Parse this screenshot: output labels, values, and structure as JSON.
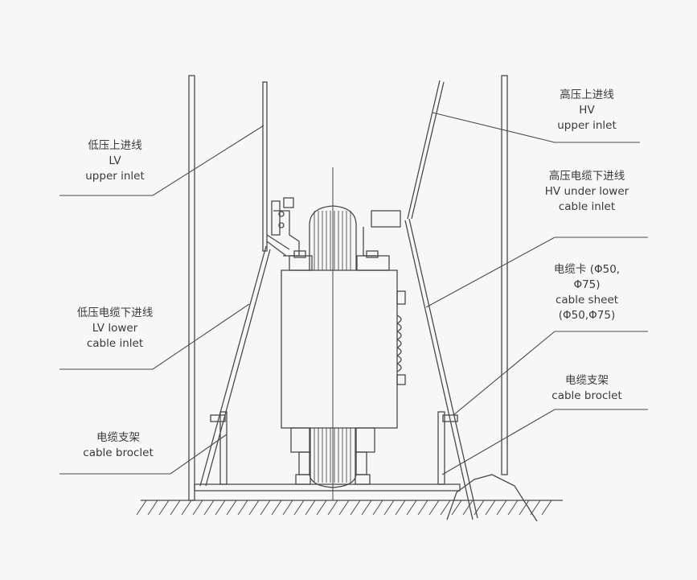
{
  "labels": {
    "lv_upper": {
      "cn": "低压上进线",
      "en1": "LV",
      "en2": "upper inlet"
    },
    "lv_lower": {
      "cn": "低压电缆下进线",
      "en1": "LV lower",
      "en2": "cable inlet"
    },
    "broclet_left": {
      "cn": "电缆支架",
      "en1": "cable broclet"
    },
    "hv_upper": {
      "cn": "高压上进线",
      "en1": "HV",
      "en2": "upper inlet"
    },
    "hv_lower": {
      "cn": "高压电缆下进线",
      "en1": "HV under lower",
      "en2": "cable inlet"
    },
    "cable_sheet": {
      "cn": "电缆卡 (Φ50,",
      "cn2": "Φ75)",
      "en1": "cable sheet",
      "en2": "(Φ50,Φ75)"
    },
    "broclet_right": {
      "cn": "电缆支架",
      "en1": "cable broclet"
    }
  },
  "colors": {
    "line": "#4a4a4a",
    "text": "#3a3a3a",
    "background": "#f7f7f7"
  }
}
